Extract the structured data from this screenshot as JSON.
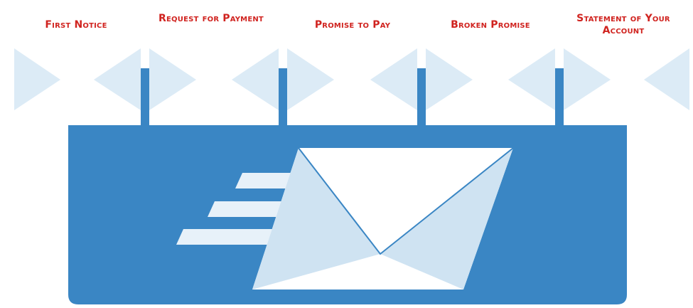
{
  "stages": [
    {
      "label": "First Notice"
    },
    {
      "label": "Request for Payment"
    },
    {
      "label": "Promise to Pay"
    },
    {
      "label": "Broken Promise"
    },
    {
      "label": "Statement of Your Account"
    }
  ],
  "colors": {
    "label_text": "#d0231f",
    "banner": "#3a86c4",
    "pole": "#3a86c4",
    "flag": "#dcebf6",
    "envelope": "#ffffff",
    "envelope_shade": "#cfe3f2",
    "speed_lines": "#e7f1f9"
  },
  "icons": {
    "banner": "envelope-icon",
    "flags": "pennant-flag-icon"
  }
}
